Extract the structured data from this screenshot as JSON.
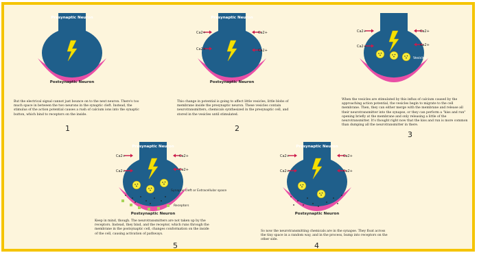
{
  "labels": {
    "presynaptic": "Presynaptic Neuron",
    "postsynaptic": "Postsynaptic Neuron",
    "ca": "Ca2+",
    "vesicles": "Vesicles",
    "synaptic_cleft": "Synaptic cleft or Extracellular space",
    "receptors": "Receptors"
  },
  "colors": {
    "border": "#f5c400",
    "background": "#fdf5dc",
    "neuron_fill": "#1f5f8b",
    "postsynaptic_fill": "#e94fa6",
    "lightning": "#f5e000",
    "vesicle": "#f7ec3a",
    "arrow": "#cc1a4a",
    "receptor": "#a8d45a"
  },
  "panels": [
    {
      "number": "1",
      "caption": "But the electrical signal cannot just bounce on to the next neuron. There's too much space in between the two neurons in the synaptic cleft. Instead, the stimulus of the action potential causes a rush of calcium ions into the synaptic button, which bind to receptors on the inside."
    },
    {
      "number": "2",
      "caption": "This change in potential is going to affect little vesicles, little blobs of membrane inside the presynaptic neuron. These vesicles contain neurotransmitters, chemicals synthesized in the presynaptic cell, and stored in the vesicles until stimulated."
    },
    {
      "number": "3",
      "caption": "When the vesicles are stimulated by this influx of calcium caused by the approaching action potential, the vesicles begin to migrate to the cell membrane. Then, they can either merge with the membrane and release all their neurotransmitter into the synapse, or they can perform a \"kiss and run\" opening briefly at the membrane and only releasing a little of the neurotransmitter. It's thought right now that the kiss and run is more common than dumping all the neurotransmitter in there."
    },
    {
      "number": "4",
      "caption": "So now the neurotransmitting chemicals are in the synapse. They float across the tiny space in a random way, and in the process, bump into receptors on the other side."
    },
    {
      "number": "5",
      "caption": "Keep in mind, though. The neurotransmitters are not taken up by the receptors. Instead, they bind, and the receptor, which runs through the membrane in the postsynaptic cell, changes conformation on the inside of the cell, causing activation of pathways."
    }
  ]
}
